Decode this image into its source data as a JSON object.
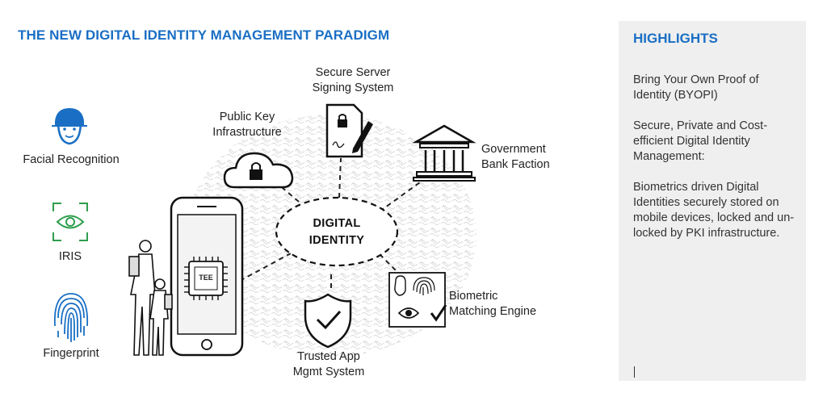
{
  "page": {
    "title": "THE NEW DIGITAL IDENTITY MANAGEMENT PARADIGM"
  },
  "diagram": {
    "center_line1": "DIGITAL",
    "center_line2": "IDENTITY",
    "chip_label": "TEE",
    "nodes": {
      "server_line1": "Secure Server",
      "server_line2": "Signing System",
      "pki_line1": "Public Key",
      "pki_line2": "Infrastructure",
      "gov_line1": "Government",
      "gov_line2": "Bank Faction",
      "bio_line1": "Biometric",
      "bio_line2": "Matching Engine",
      "trusted_line1": "Trusted App",
      "trusted_line2": "Mgmt System"
    },
    "biometrics": {
      "face": "Facial Recognition",
      "iris": "IRIS",
      "fingerprint": "Fingerprint"
    },
    "colors": {
      "accent": "#1a6fc4",
      "face_blue": "#1a6fc4",
      "iris_green": "#2e9e4d",
      "fingerprint_blue": "#1a6fc4"
    }
  },
  "sidebar": {
    "title": "HIGHLIGHTS",
    "paragraphs": [
      "Bring Your Own Proof of Identity (BYOPI)",
      "Secure, Private and Cost-efficient Digital Identity Management:",
      "Biometrics driven Digital Identities securely stored on mobile devices, locked and un-locked by PKI infrastructure."
    ]
  }
}
